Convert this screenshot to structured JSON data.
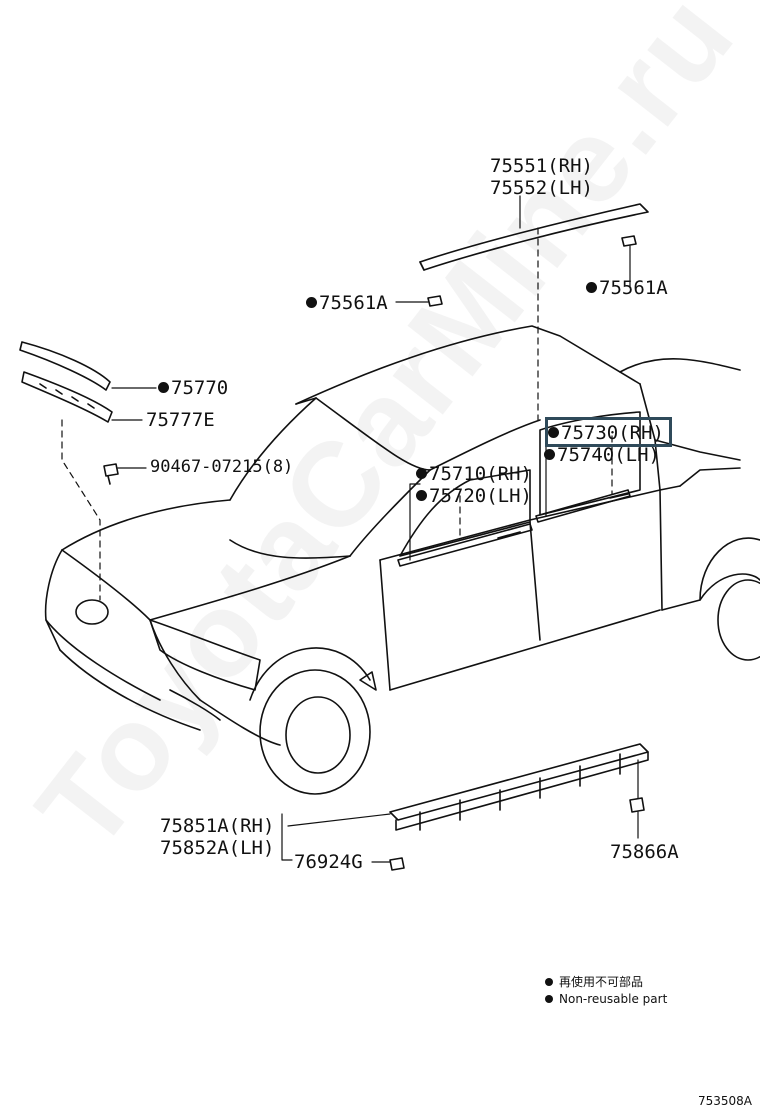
{
  "watermark": "ToyotaCarMine.ru",
  "parts": {
    "p75551": "75551(RH)",
    "p75552": "75552(LH)",
    "p75561a_left": "75561A",
    "p75561a_right": "75561A",
    "p75770": "75770",
    "p75777e": "75777E",
    "p90467": "90467-07215(8)",
    "p75730": "75730(RH)",
    "p75740": "75740(LH)",
    "p75710": "75710(RH)",
    "p75720": "75720(LH)",
    "p75851a": "75851A(RH)",
    "p75852a": "75852A(LH)",
    "p76924g": "76924G",
    "p75866a": "75866A"
  },
  "legend": {
    "line1": "再使用不可部品",
    "line2": "Non-reusable part"
  },
  "figure_number": "753508A",
  "colors": {
    "line": "#111111",
    "highlight": "#2f4a5a",
    "watermark": "#000000"
  }
}
